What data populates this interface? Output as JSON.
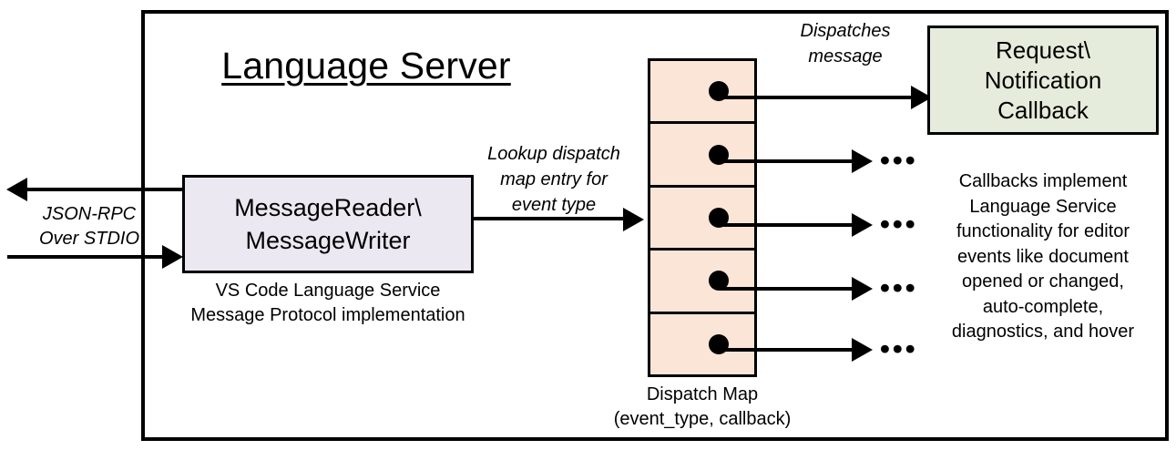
{
  "diagram": {
    "container_title": "Language Server",
    "io": {
      "label_line1": "JSON-RPC",
      "label_line2": "Over STDIO",
      "outbound_arrow": "arrow-left",
      "inbound_arrow": "arrow-right"
    },
    "message_box": {
      "line1": "MessageReader\\",
      "line2": "MessageWriter",
      "caption_line1": "VS Code Language Service",
      "caption_line2": "Message Protocol implementation",
      "fill": "#ebe8f2"
    },
    "lookup": {
      "label_line1": "Lookup dispatch",
      "label_line2": "map entry for",
      "label_line3": "event type"
    },
    "dispatch_map": {
      "fill": "#fbe5d6",
      "cells": [
        {
          "dot": "filled-dot"
        },
        {
          "dot": "filled-dot"
        },
        {
          "dot": "filled-dot"
        },
        {
          "dot": "filled-dot"
        },
        {
          "dot": "filled-dot"
        }
      ],
      "caption_line1": "Dispatch Map",
      "caption_line2": "(event_type, callback)"
    },
    "dispatch_arrow": {
      "label_line1": "Dispatches",
      "label_line2": "message"
    },
    "ellipsis_marks": [
      "•••",
      "•••",
      "•••",
      "•••"
    ],
    "callback_box": {
      "line1": "Request\\",
      "line2": "Notification",
      "line3": "Callback",
      "fill": "#e6ecdb",
      "caption_line1": "Callbacks implement",
      "caption_line2": "Language Service",
      "caption_line3": "functionality for editor",
      "caption_line4": "events like document",
      "caption_line5": "opened or changed,",
      "caption_line6": "auto-complete,",
      "caption_line7": "diagnostics, and hover"
    }
  }
}
